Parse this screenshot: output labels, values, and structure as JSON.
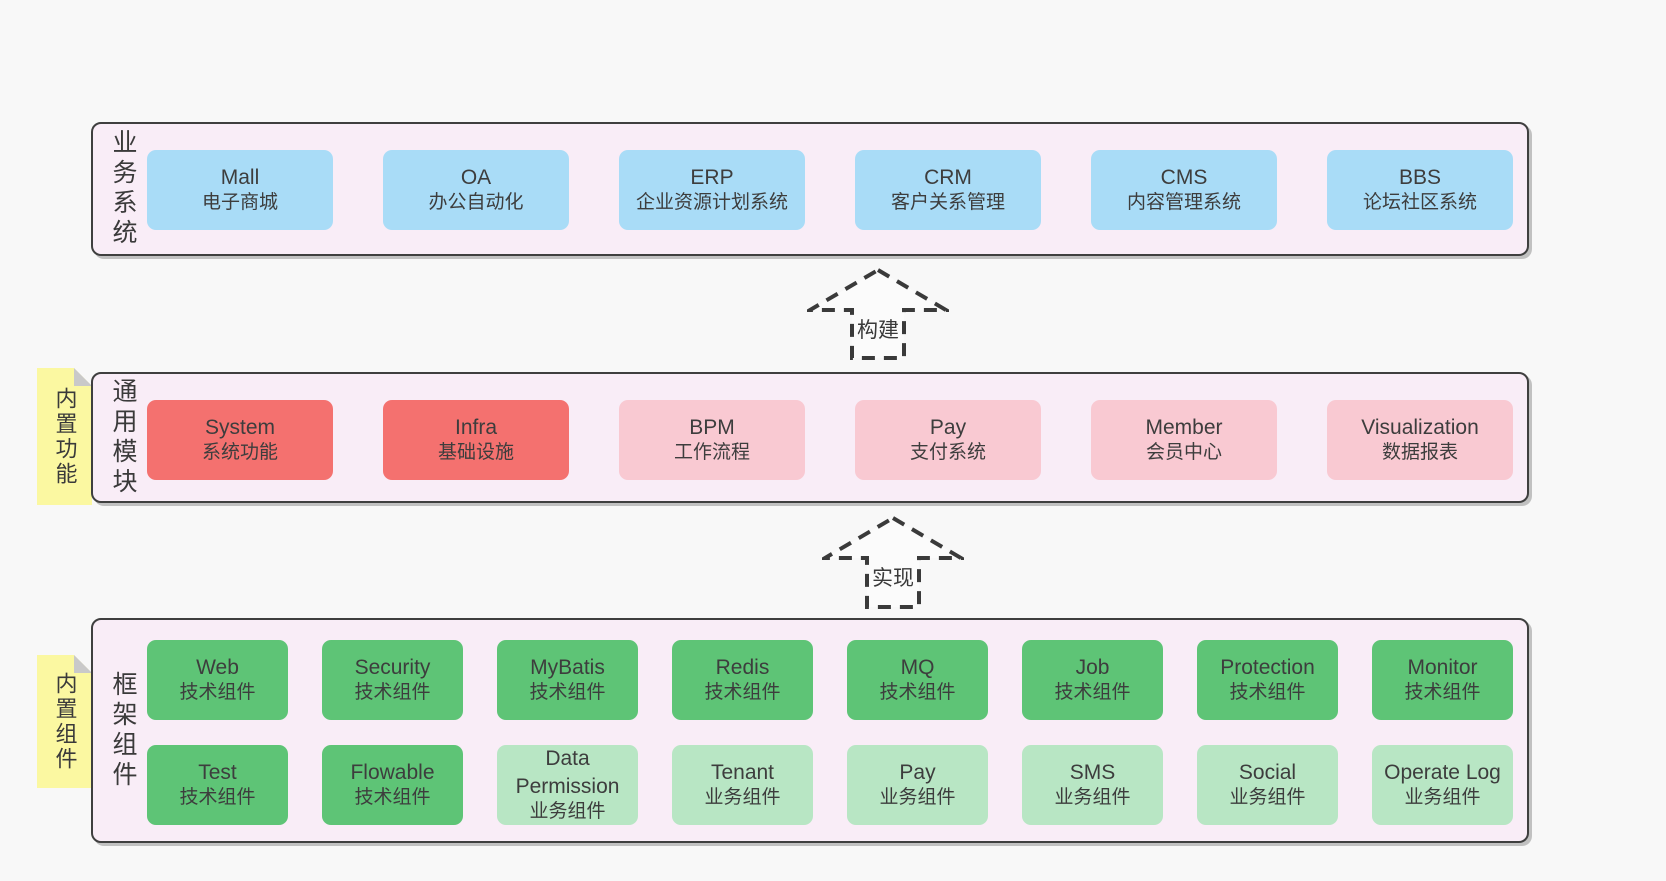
{
  "colors": {
    "page_bg": "#f8f8f8",
    "band_bg": "#f9edf7",
    "band_border": "#3f3f3f",
    "blue_box": "#a9dcf7",
    "red_box": "#f4716f",
    "pink_box": "#f9c9d2",
    "green_box": "#5ec476",
    "light_green_box": "#b8e6c4",
    "note_yellow": "#fbf8a1",
    "note_fold": "#c9c9c9",
    "text": "#3d3d3d"
  },
  "bands": [
    {
      "label": "业务系统",
      "rows": [
        [
          {
            "name": "Mall",
            "subtitle": "电子商城"
          },
          {
            "name": "OA",
            "subtitle": "办公自动化"
          },
          {
            "name": "ERP",
            "subtitle": "企业资源计划系统"
          },
          {
            "name": "CRM",
            "subtitle": "客户关系管理"
          },
          {
            "name": "CMS",
            "subtitle": "内容管理系统"
          },
          {
            "name": "BBS",
            "subtitle": "论坛社区系统"
          }
        ]
      ]
    },
    {
      "label": "通用模块",
      "note": "内置功能",
      "rows": [
        [
          {
            "name": "System",
            "subtitle": "系统功能"
          },
          {
            "name": "Infra",
            "subtitle": "基础设施"
          },
          {
            "name": "BPM",
            "subtitle": "工作流程"
          },
          {
            "name": "Pay",
            "subtitle": "支付系统"
          },
          {
            "name": "Member",
            "subtitle": "会员中心"
          },
          {
            "name": "Visualization",
            "subtitle": "数据报表"
          }
        ]
      ]
    },
    {
      "label": "框架组件",
      "note": "内置组件",
      "rows": [
        [
          {
            "name": "Web",
            "subtitle": "技术组件"
          },
          {
            "name": "Security",
            "subtitle": "技术组件"
          },
          {
            "name": "MyBatis",
            "subtitle": "技术组件"
          },
          {
            "name": "Redis",
            "subtitle": "技术组件"
          },
          {
            "name": "MQ",
            "subtitle": "技术组件"
          },
          {
            "name": "Job",
            "subtitle": "技术组件"
          },
          {
            "name": "Protection",
            "subtitle": "技术组件"
          },
          {
            "name": "Monitor",
            "subtitle": "技术组件"
          }
        ],
        [
          {
            "name": "Test",
            "subtitle": "技术组件"
          },
          {
            "name": "Flowable",
            "subtitle": "技术组件"
          },
          {
            "name": "Data Permission",
            "subtitle": "业务组件"
          },
          {
            "name": "Tenant",
            "subtitle": "业务组件"
          },
          {
            "name": "Pay",
            "subtitle": "业务组件"
          },
          {
            "name": "SMS",
            "subtitle": "业务组件"
          },
          {
            "name": "Social",
            "subtitle": "业务组件"
          },
          {
            "name": "Operate Log",
            "subtitle": "业务组件"
          }
        ]
      ]
    }
  ],
  "arrows": [
    {
      "label": "构建"
    },
    {
      "label": "实现"
    }
  ]
}
